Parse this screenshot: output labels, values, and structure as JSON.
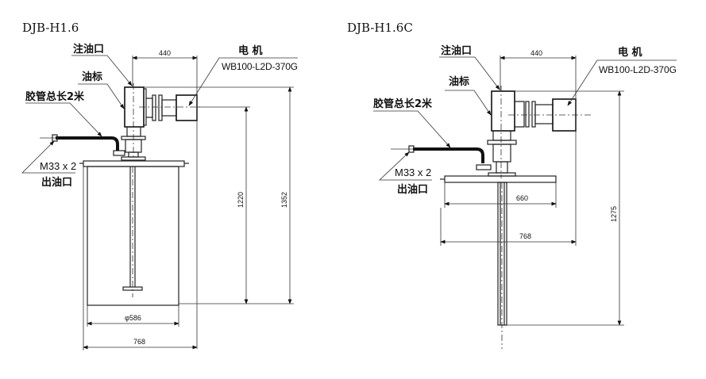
{
  "drawings": [
    {
      "title": "DJB-H1.6",
      "labels": {
        "fill_port": "注油口",
        "oil_gauge": "油标",
        "hose_length": "胶管总长2米",
        "thread": "M33 x 2",
        "outlet": "出油口",
        "motor": "电  机",
        "motor_model": "WB100-L2D-370G"
      },
      "dimensions": {
        "motor_width": "440",
        "height_shaft": "1220",
        "height_total": "1352",
        "tank_diameter": "φ586",
        "base_width": "768"
      }
    },
    {
      "title": "DJB-H1.6C",
      "labels": {
        "fill_port": "注油口",
        "oil_gauge": "油标",
        "hose_length": "胶管总长2米",
        "thread": "M33 x 2",
        "outlet": "出油口",
        "motor": "电  机",
        "motor_model": "WB100-L2D-370G"
      },
      "dimensions": {
        "motor_width": "440",
        "plate_width": "660",
        "base_width": "768",
        "height_total": "1275"
      }
    }
  ]
}
